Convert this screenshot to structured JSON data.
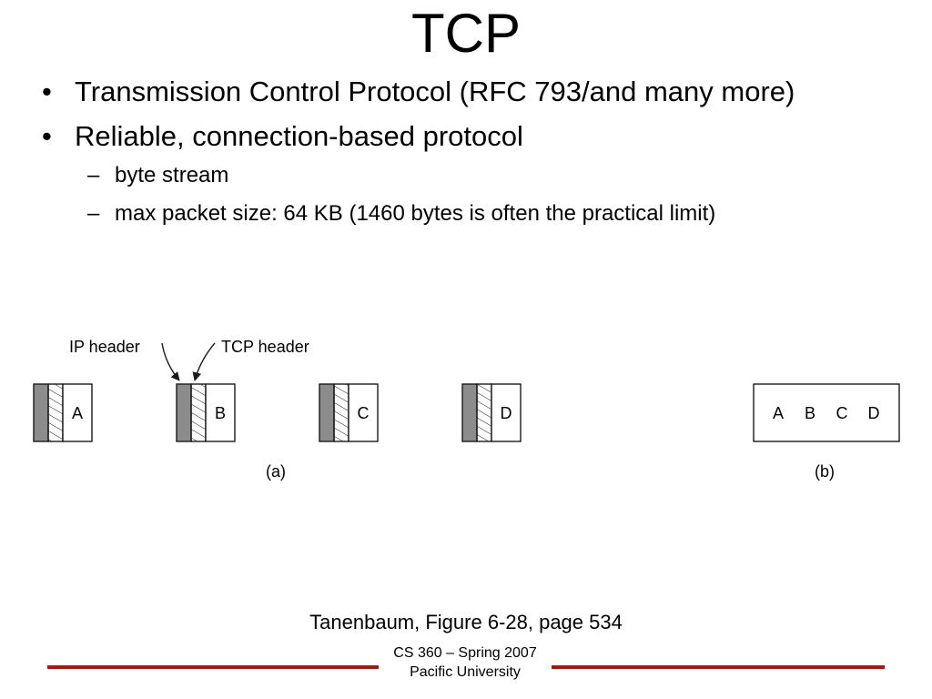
{
  "slide": {
    "title": "TCP",
    "bullets": [
      {
        "text": "Transmission Control Protocol (RFC 793/and many more)",
        "mark": "•"
      },
      {
        "text": "Reliable, connection-based protocol",
        "mark": "•",
        "sub": [
          {
            "text": "byte stream",
            "mark": "–"
          },
          {
            "text": "max packet size: 64 KB (1460 bytes is often the practical limit)",
            "mark": "–"
          }
        ]
      }
    ]
  },
  "figure": {
    "labels": {
      "ip_header": "IP header",
      "tcp_header": "TCP header"
    },
    "part_a": {
      "segments": [
        "A",
        "B",
        "C",
        "D"
      ],
      "label": "(a)"
    },
    "part_b": {
      "segments": [
        "A",
        "B",
        "C",
        "D"
      ],
      "label": "(b)"
    },
    "colors": {
      "ip_header_fill": "#8c8c8c",
      "stroke": "#1a1a1a"
    }
  },
  "caption": "Tanenbaum, Figure 6-28, page 534",
  "footer": {
    "line1": "CS 360 – Spring 2007",
    "line2": "Pacific University",
    "rule_color": "#9e1b1b"
  }
}
